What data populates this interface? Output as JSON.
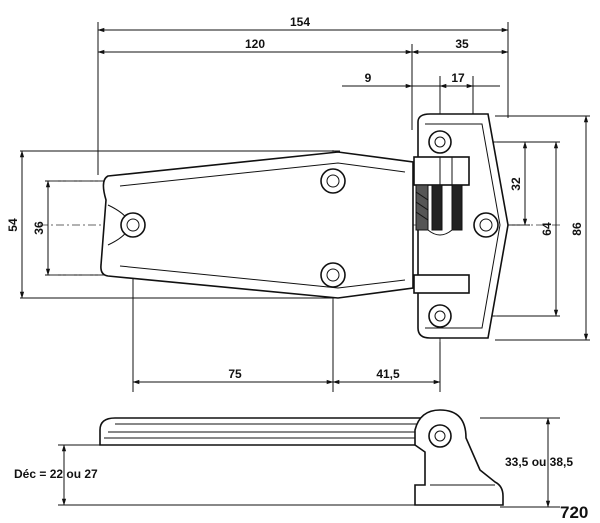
{
  "dimensions": {
    "overall_length": "154",
    "plate_length": "120",
    "knuckle_width": "35",
    "offset_9": "9",
    "offset_17": "17",
    "plate_height_outer": "54",
    "plate_hole_spacing": "36",
    "knuckle_hole_spacing_32": "32",
    "knuckle_hole_spacing_64": "64",
    "knuckle_height": "86",
    "hole_distance_75": "75",
    "hole_distance_41_5": "41,5"
  },
  "side_view": {
    "offset_label": "Déc = 22 ou 27",
    "height_label": "33,5 ou 38,5"
  },
  "model_number": "720"
}
